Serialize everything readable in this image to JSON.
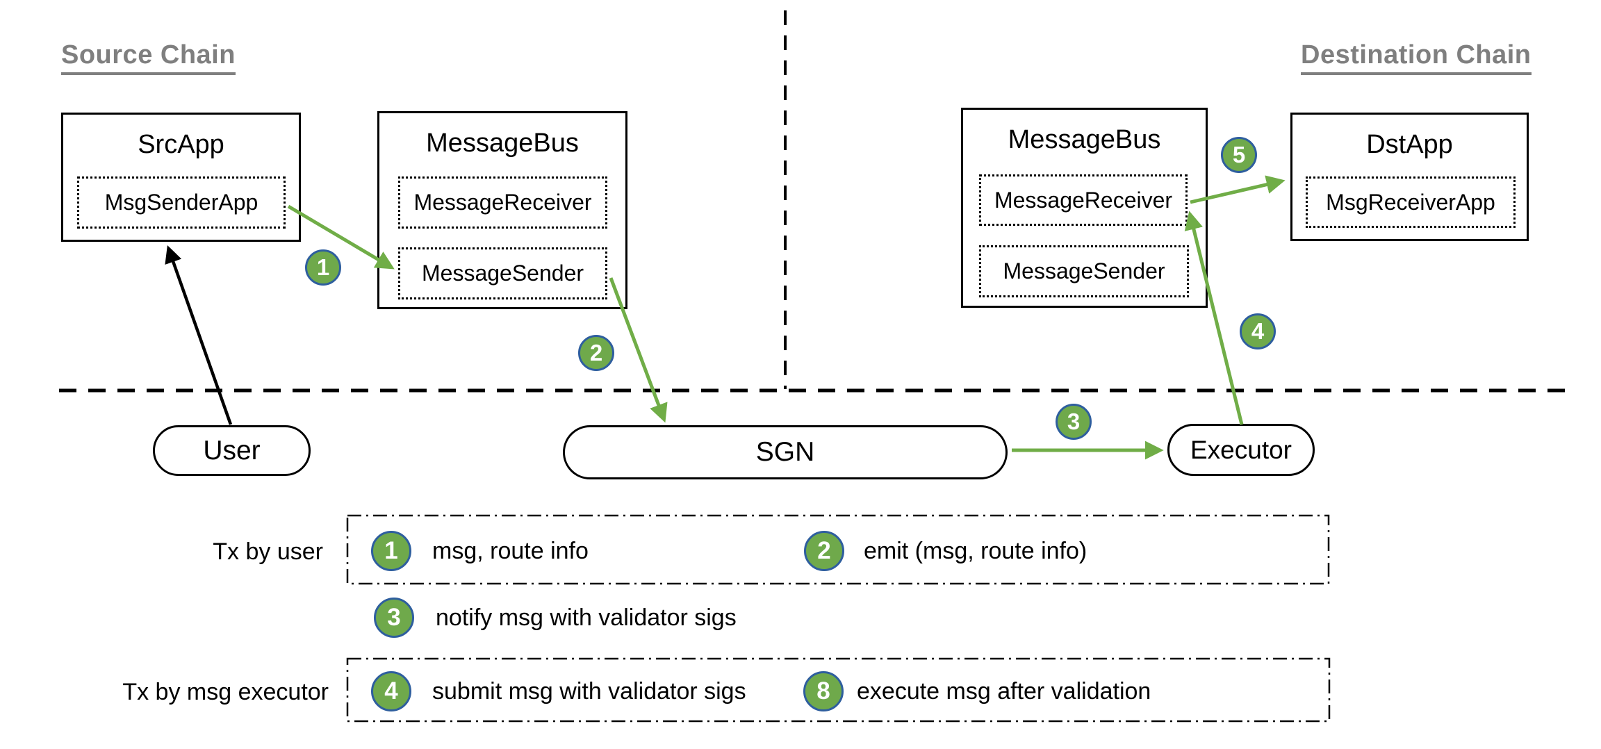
{
  "sections": {
    "source": "Source Chain",
    "destination": "Destination Chain"
  },
  "boxes": {
    "src_app": {
      "title": "SrcApp",
      "child": "MsgSenderApp"
    },
    "message_bus_left": {
      "title": "MessageBus",
      "children": [
        "MessageReceiver",
        "MessageSender"
      ]
    },
    "message_bus_right": {
      "title": "MessageBus",
      "children": [
        "MessageReceiver",
        "MessageSender"
      ]
    },
    "dst_app": {
      "title": "DstApp",
      "child": "MsgReceiverApp"
    }
  },
  "nodes": {
    "user": "User",
    "sgn": "SGN",
    "executor": "Executor"
  },
  "diagram_badges": {
    "b1": "1",
    "b2": "2",
    "b3": "3",
    "b4": "4",
    "b5": "5"
  },
  "legend": {
    "row1_label": "Tx by user",
    "row2_label": "Tx by msg executor",
    "items": [
      {
        "num": "1",
        "text": "msg, route info"
      },
      {
        "num": "2",
        "text": "emit (msg, route info)"
      },
      {
        "num": "3",
        "text": "notify msg with validator sigs"
      },
      {
        "num": "4",
        "text": "submit msg with validator sigs"
      },
      {
        "num": "8",
        "text": "execute msg after validation"
      }
    ]
  },
  "colors": {
    "badge_green": "#6FA94B",
    "badge_border_blue": "#2E5E9E",
    "arrow_green": "#70AD47",
    "section_gray": "#7F7F7F",
    "line_black": "#000000"
  }
}
